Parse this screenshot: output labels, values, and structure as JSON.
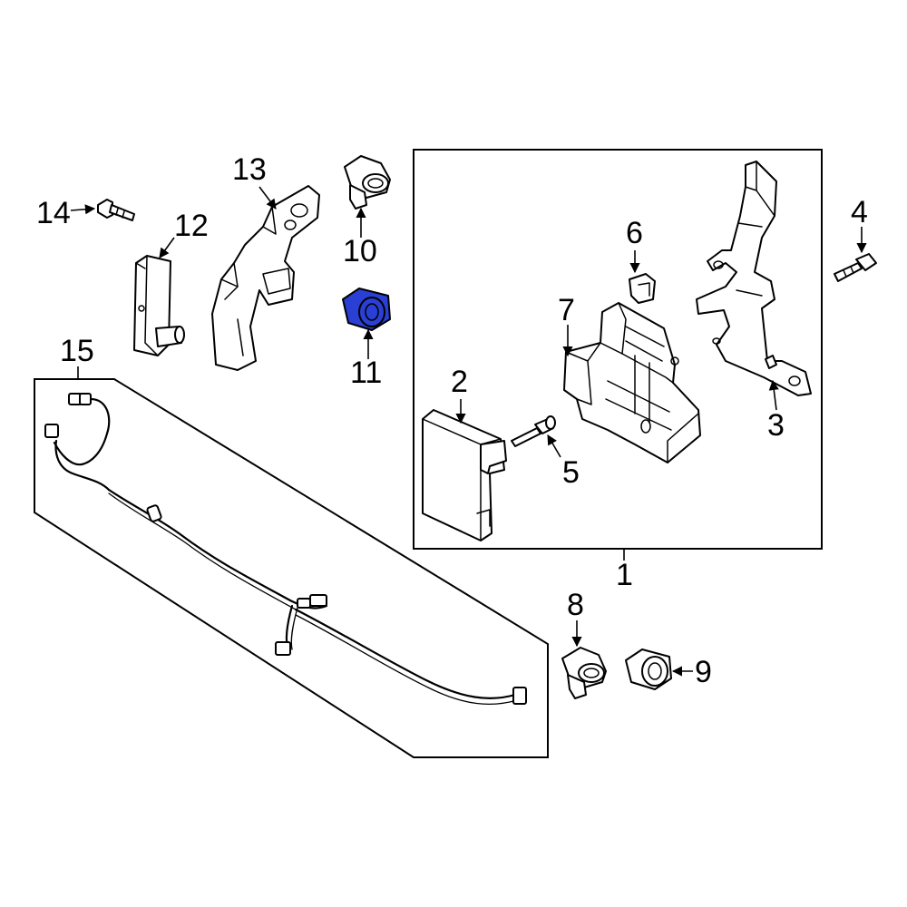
{
  "diagram": {
    "highlight_color": "#2a3fd4",
    "callouts": {
      "c1": "1",
      "c2": "2",
      "c3": "3",
      "c4": "4",
      "c5": "5",
      "c6": "6",
      "c7": "7",
      "c8": "8",
      "c9": "9",
      "c10": "10",
      "c11": "11",
      "c12": "12",
      "c13": "13",
      "c14": "14",
      "c15": "15"
    },
    "highlighted_part": "11"
  }
}
